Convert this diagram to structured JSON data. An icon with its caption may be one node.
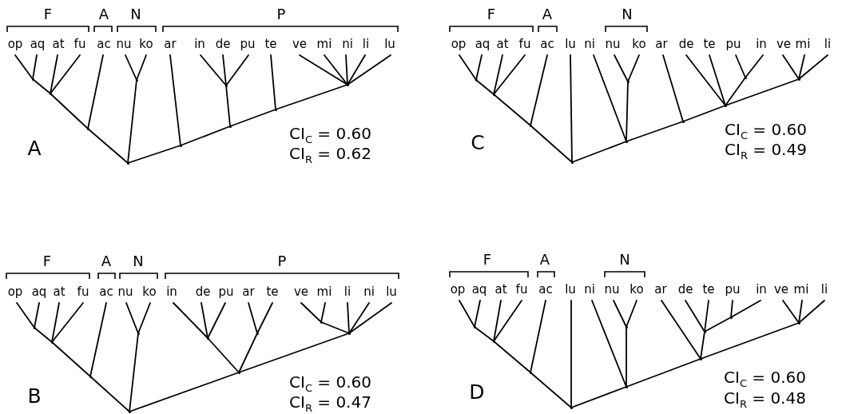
{
  "diagram": {
    "nodes": [
      {
        "text": [
          "op"
        ]
      },
      {
        "text": [
          "aq"
        ]
      },
      {
        "text": [
          "at"
        ]
      },
      {
        "text": [
          "fu"
        ]
      },
      {
        "text": [
          "ac"
        ]
      },
      {
        "text": [
          "nu"
        ]
      },
      {
        "text": [
          "ko"
        ]
      },
      {
        "text": [
          "ar"
        ]
      },
      {
        "text": [
          "in"
        ]
      },
      {
        "text": [
          "de"
        ]
      },
      {
        "text": [
          "pu"
        ]
      },
      {
        "text": [
          "te"
        ]
      },
      {
        "text": [
          "ve"
        ]
      },
      {
        "text": [
          "mi"
        ]
      },
      {
        "text": [
          "ni"
        ]
      },
      {
        "text": [
          "li"
        ]
      },
      {
        "text": [
          "lu"
        ]
      },
      {
        "text": [],
        "shape": "point"
      },
      {
        "text": [],
        "shape": "point"
      },
      {
        "text": [],
        "shape": "point"
      },
      {
        "text": [],
        "shape": "point"
      },
      {
        "text": [],
        "shape": "point"
      },
      {
        "text": [],
        "shape": "point"
      },
      {
        "text": [],
        "shape": "point"
      },
      {
        "text": [],
        "shape": "point"
      },
      {
        "text": [],
        "shape": "point"
      },
      {
        "text": [],
        "shape": "point"
      },
      {
        "text": [
          "op"
        ]
      },
      {
        "text": [
          "aq"
        ]
      },
      {
        "text": [
          "at"
        ]
      },
      {
        "text": [
          "fu"
        ]
      },
      {
        "text": [
          "ac"
        ]
      },
      {
        "text": [
          "lu"
        ]
      },
      {
        "text": [
          "ni"
        ]
      },
      {
        "text": [
          "nu"
        ]
      },
      {
        "text": [
          "ko"
        ]
      },
      {
        "text": [
          "ar"
        ]
      },
      {
        "text": [
          "de"
        ]
      },
      {
        "text": [
          "te"
        ]
      },
      {
        "text": [
          "pu"
        ]
      },
      {
        "text": [
          "in"
        ]
      },
      {
        "text": [
          "ve"
        ]
      },
      {
        "text": [
          "mi"
        ]
      },
      {
        "text": [
          "li"
        ]
      },
      {
        "text": [],
        "shape": "point"
      },
      {
        "text": [],
        "shape": "point"
      },
      {
        "text": [],
        "shape": "point"
      },
      {
        "text": [],
        "shape": "point"
      },
      {
        "text": [],
        "shape": "point"
      },
      {
        "text": [],
        "shape": "point"
      },
      {
        "text": [],
        "shape": "point"
      },
      {
        "text": [],
        "shape": "point"
      },
      {
        "text": [],
        "shape": "point"
      },
      {
        "text": [],
        "shape": "point"
      },
      {
        "text": [
          "op"
        ]
      },
      {
        "text": [
          "aq"
        ]
      },
      {
        "text": [
          "at"
        ]
      },
      {
        "text": [
          "fu"
        ]
      },
      {
        "text": [
          "ac"
        ]
      },
      {
        "text": [
          "nu"
        ]
      },
      {
        "text": [
          "ko"
        ]
      },
      {
        "text": [
          "in"
        ]
      },
      {
        "text": [
          "de"
        ]
      },
      {
        "text": [
          "pu"
        ]
      },
      {
        "text": [
          "ar"
        ]
      },
      {
        "text": [
          "te"
        ]
      },
      {
        "text": [
          "ve"
        ]
      },
      {
        "text": [
          "mi"
        ]
      },
      {
        "text": [
          "li"
        ]
      },
      {
        "text": [
          "ni"
        ]
      },
      {
        "text": [
          "lu"
        ]
      },
      {
        "text": [],
        "shape": "point"
      },
      {
        "text": [],
        "shape": "point"
      },
      {
        "text": [],
        "shape": "point"
      },
      {
        "text": [],
        "shape": "point"
      },
      {
        "text": [],
        "shape": "point"
      },
      {
        "text": [],
        "shape": "point"
      },
      {
        "text": [],
        "shape": "point"
      },
      {
        "text": [],
        "shape": "point"
      },
      {
        "text": [],
        "shape": "point"
      },
      {
        "text": [],
        "shape": "point"
      },
      {
        "text": [
          "op"
        ]
      },
      {
        "text": [
          "aq"
        ]
      },
      {
        "text": [
          "at"
        ]
      },
      {
        "text": [
          "fu"
        ]
      },
      {
        "text": [
          "ac"
        ]
      },
      {
        "text": [
          "lu"
        ]
      },
      {
        "text": [
          "ni"
        ]
      },
      {
        "text": [
          "nu"
        ]
      },
      {
        "text": [
          "ko"
        ]
      },
      {
        "text": [
          "ar"
        ]
      },
      {
        "text": [
          "de"
        ]
      },
      {
        "text": [
          "te"
        ]
      },
      {
        "text": [
          "pu"
        ]
      },
      {
        "text": [
          "in"
        ]
      },
      {
        "text": [
          "ve"
        ]
      },
      {
        "text": [
          "mi"
        ]
      },
      {
        "text": [
          "li"
        ]
      },
      {
        "text": [],
        "shape": "point"
      },
      {
        "text": [],
        "shape": "point"
      },
      {
        "text": [],
        "shape": "point"
      },
      {
        "text": [],
        "shape": "point"
      },
      {
        "text": [],
        "shape": "point"
      },
      {
        "text": [],
        "shape": "point"
      },
      {
        "text": [],
        "shape": "point"
      },
      {
        "text": [],
        "shape": "point"
      },
      {
        "text": [],
        "shape": "point"
      },
      {
        "text": [],
        "shape": "point"
      }
    ],
    "edges": [
      {
        "from": 0,
        "to": 17,
        "arrow": "none"
      },
      {
        "from": 1,
        "to": 17,
        "arrow": "none"
      },
      {
        "from": 17,
        "to": 18,
        "arrow": "none"
      },
      {
        "from": 2,
        "to": 18,
        "arrow": "none"
      },
      {
        "from": 3,
        "to": 18,
        "arrow": "none"
      },
      {
        "from": 18,
        "to": 19,
        "arrow": "none"
      },
      {
        "from": 4,
        "to": 19,
        "arrow": "none"
      },
      {
        "from": 19,
        "to": 20,
        "arrow": "none"
      },
      {
        "from": 5,
        "to": 21,
        "arrow": "none"
      },
      {
        "from": 6,
        "to": 21,
        "arrow": "none"
      },
      {
        "from": 21,
        "to": 20,
        "arrow": "none"
      },
      {
        "from": 22,
        "to": 20,
        "arrow": "none"
      },
      {
        "from": 7,
        "to": 22,
        "arrow": "none"
      },
      {
        "from": 23,
        "to": 22,
        "arrow": "none"
      },
      {
        "from": 24,
        "to": 23,
        "arrow": "none"
      },
      {
        "from": 8,
        "to": 24,
        "arrow": "none"
      },
      {
        "from": 9,
        "to": 24,
        "arrow": "none"
      },
      {
        "from": 10,
        "to": 24,
        "arrow": "none"
      },
      {
        "from": 25,
        "to": 23,
        "arrow": "none"
      },
      {
        "from": 11,
        "to": 25,
        "arrow": "none"
      },
      {
        "from": 26,
        "to": 25,
        "arrow": "none"
      },
      {
        "from": 12,
        "to": 26,
        "arrow": "none"
      },
      {
        "from": 13,
        "to": 26,
        "arrow": "none"
      },
      {
        "from": 14,
        "to": 26,
        "arrow": "none"
      },
      {
        "from": 15,
        "to": 26,
        "arrow": "none"
      },
      {
        "from": 16,
        "to": 26,
        "arrow": "none"
      },
      {
        "from": 27,
        "to": 44,
        "arrow": "none"
      },
      {
        "from": 28,
        "to": 44,
        "arrow": "none"
      },
      {
        "from": 44,
        "to": 45,
        "arrow": "none"
      },
      {
        "from": 29,
        "to": 45,
        "arrow": "none"
      },
      {
        "from": 30,
        "to": 45,
        "arrow": "none"
      },
      {
        "from": 45,
        "to": 46,
        "arrow": "none"
      },
      {
        "from": 31,
        "to": 46,
        "arrow": "none"
      },
      {
        "from": 46,
        "to": 47,
        "arrow": "none"
      },
      {
        "from": 32,
        "to": 47,
        "arrow": "none"
      },
      {
        "from": 49,
        "to": 47,
        "arrow": "none"
      },
      {
        "from": 33,
        "to": 49,
        "arrow": "none"
      },
      {
        "from": 34,
        "to": 48,
        "arrow": "none"
      },
      {
        "from": 35,
        "to": 48,
        "arrow": "none"
      },
      {
        "from": 48,
        "to": 49,
        "arrow": "none"
      },
      {
        "from": 50,
        "to": 49,
        "arrow": "none"
      },
      {
        "from": 36,
        "to": 50,
        "arrow": "none"
      },
      {
        "from": 51,
        "to": 50,
        "arrow": "none"
      },
      {
        "from": 37,
        "to": 51,
        "arrow": "none"
      },
      {
        "from": 38,
        "to": 51,
        "arrow": "none"
      },
      {
        "from": 52,
        "to": 51,
        "arrow": "none"
      },
      {
        "from": 39,
        "to": 52,
        "arrow": "none"
      },
      {
        "from": 40,
        "to": 52,
        "arrow": "none"
      },
      {
        "from": 53,
        "to": 51,
        "arrow": "none"
      },
      {
        "from": 41,
        "to": 53,
        "arrow": "none"
      },
      {
        "from": 42,
        "to": 53,
        "arrow": "none"
      },
      {
        "from": 43,
        "to": 53,
        "arrow": "none"
      },
      {
        "from": 54,
        "to": 71,
        "arrow": "none"
      },
      {
        "from": 55,
        "to": 71,
        "arrow": "none"
      },
      {
        "from": 71,
        "to": 72,
        "arrow": "none"
      },
      {
        "from": 56,
        "to": 72,
        "arrow": "none"
      },
      {
        "from": 57,
        "to": 72,
        "arrow": "none"
      },
      {
        "from": 72,
        "to": 73,
        "arrow": "none"
      },
      {
        "from": 58,
        "to": 73,
        "arrow": "none"
      },
      {
        "from": 73,
        "to": 74,
        "arrow": "none"
      },
      {
        "from": 59,
        "to": 75,
        "arrow": "none"
      },
      {
        "from": 60,
        "to": 75,
        "arrow": "none"
      },
      {
        "from": 75,
        "to": 74,
        "arrow": "none"
      },
      {
        "from": 76,
        "to": 74,
        "arrow": "none"
      },
      {
        "from": 77,
        "to": 76,
        "arrow": "none"
      },
      {
        "from": 61,
        "to": 77,
        "arrow": "none"
      },
      {
        "from": 62,
        "to": 77,
        "arrow": "none"
      },
      {
        "from": 63,
        "to": 77,
        "arrow": "none"
      },
      {
        "from": 78,
        "to": 76,
        "arrow": "none"
      },
      {
        "from": 64,
        "to": 78,
        "arrow": "none"
      },
      {
        "from": 65,
        "to": 78,
        "arrow": "none"
      },
      {
        "from": 79,
        "to": 76,
        "arrow": "none"
      },
      {
        "from": 80,
        "to": 79,
        "arrow": "none"
      },
      {
        "from": 66,
        "to": 80,
        "arrow": "none"
      },
      {
        "from": 67,
        "to": 80,
        "arrow": "none"
      },
      {
        "from": 68,
        "to": 79,
        "arrow": "none"
      },
      {
        "from": 69,
        "to": 79,
        "arrow": "none"
      },
      {
        "from": 70,
        "to": 79,
        "arrow": "none"
      },
      {
        "from": 81,
        "to": 98,
        "arrow": "none"
      },
      {
        "from": 82,
        "to": 98,
        "arrow": "none"
      },
      {
        "from": 98,
        "to": 99,
        "arrow": "none"
      },
      {
        "from": 83,
        "to": 99,
        "arrow": "none"
      },
      {
        "from": 84,
        "to": 99,
        "arrow": "none"
      },
      {
        "from": 99,
        "to": 100,
        "arrow": "none"
      },
      {
        "from": 85,
        "to": 100,
        "arrow": "none"
      },
      {
        "from": 100,
        "to": 101,
        "arrow": "none"
      },
      {
        "from": 86,
        "to": 101,
        "arrow": "none"
      },
      {
        "from": 103,
        "to": 101,
        "arrow": "none"
      },
      {
        "from": 87,
        "to": 103,
        "arrow": "none"
      },
      {
        "from": 88,
        "to": 102,
        "arrow": "none"
      },
      {
        "from": 89,
        "to": 102,
        "arrow": "none"
      },
      {
        "from": 102,
        "to": 103,
        "arrow": "none"
      },
      {
        "from": 104,
        "to": 103,
        "arrow": "none"
      },
      {
        "from": 90,
        "to": 104,
        "arrow": "none"
      },
      {
        "from": 105,
        "to": 104,
        "arrow": "none"
      },
      {
        "from": 91,
        "to": 105,
        "arrow": "none"
      },
      {
        "from": 92,
        "to": 105,
        "arrow": "none"
      },
      {
        "from": 106,
        "to": 105,
        "arrow": "none"
      },
      {
        "from": 93,
        "to": 106,
        "arrow": "none"
      },
      {
        "from": 94,
        "to": 106,
        "arrow": "none"
      },
      {
        "from": 107,
        "to": 104,
        "arrow": "none"
      },
      {
        "from": 95,
        "to": 107,
        "arrow": "none"
      },
      {
        "from": 96,
        "to": 107,
        "arrow": "none"
      },
      {
        "from": 97,
        "to": 107,
        "arrow": "none"
      }
    ],
    "labels": [
      "F",
      "A",
      "N",
      "P",
      "A",
      "CI$_{C}$ = 0.60",
      "CI$_{R}$ = 0.62",
      "F",
      "A",
      "N",
      "C",
      "CI$_{C}$ = 0.60",
      "CI$_{R}$ = 0.49",
      "F",
      "A",
      "N",
      "P",
      "B",
      "CI$_{C}$ = 0.60",
      "CI$_{R}$ = 0.47",
      "F",
      "A",
      "N",
      "D",
      "CI$_{C}$ = 0.60",
      "CI$_{R}$ = 0.48"
    ]
  }
}
